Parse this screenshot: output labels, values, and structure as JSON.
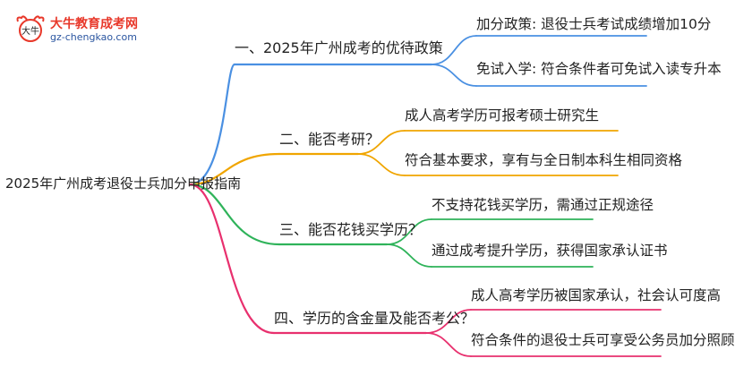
{
  "logo": {
    "name": "大牛教育成考网",
    "url": "gz-chengkao.com",
    "mark_text": "大牛"
  },
  "root": {
    "label": "2025年广州成考退役士兵加分申报指南"
  },
  "colors": {
    "branch1": "#4a90e2",
    "branch2": "#f0a500",
    "branch3": "#2fb35a",
    "branch4": "#e8306e",
    "logo_red": "#e8382a",
    "logo_blue": "#2a55a0"
  },
  "branches": [
    {
      "label": "一、2025年广州成考的优待政策",
      "leaves": [
        "加分政策: 退役士兵考试成绩增加10分",
        "免试入学: 符合条件者可免试入读专升本"
      ]
    },
    {
      "label": "二、能否考研？",
      "leaves": [
        "成人高考学历可报考硕士研究生",
        "符合基本要求，享有与全日制本科生相同资格"
      ]
    },
    {
      "label": "三、能否花钱买学历？",
      "leaves": [
        "不支持花钱买学历，需通过正规途径",
        "通过成考提升学历，获得国家承认证书"
      ]
    },
    {
      "label": "四、学历的含金量及能否考公？",
      "leaves": [
        "成人高考学历被国家承认，社会认可度高",
        "符合条件的退役士兵可享受公务员加分照顾"
      ]
    }
  ]
}
